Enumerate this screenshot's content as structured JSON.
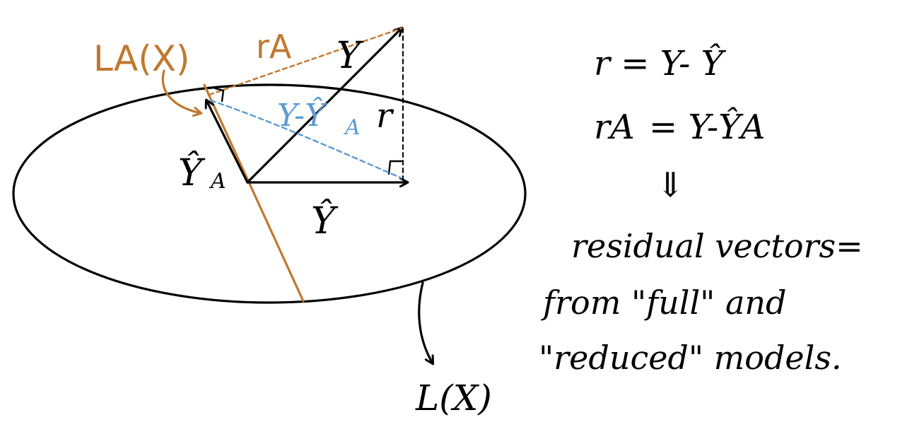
{
  "labels": {
    "la_x": "LA(X)",
    "r_a": "rA",
    "y": "Y",
    "y_minus_yhat_a": "Y-Ŷ",
    "y_minus_yhat_a_sub": "A",
    "r": "r",
    "yhat_a": "Ŷ",
    "yhat_a_sub": "A",
    "yhat": "Ŷ",
    "l_x": "L(X)"
  },
  "equations": {
    "eq1": "r = Y- Ŷ",
    "eq2_lhs": "rA",
    "eq2_rhs": "= Y-ŶA",
    "arrow": "⇓"
  },
  "notes": {
    "line1": "residual vectors=",
    "line2": "from \"full\" and",
    "line3": "\"reduced\" models."
  },
  "colors": {
    "ink": "#000000",
    "subspace": "#c07830",
    "residual_diff": "#5b9bd5"
  }
}
